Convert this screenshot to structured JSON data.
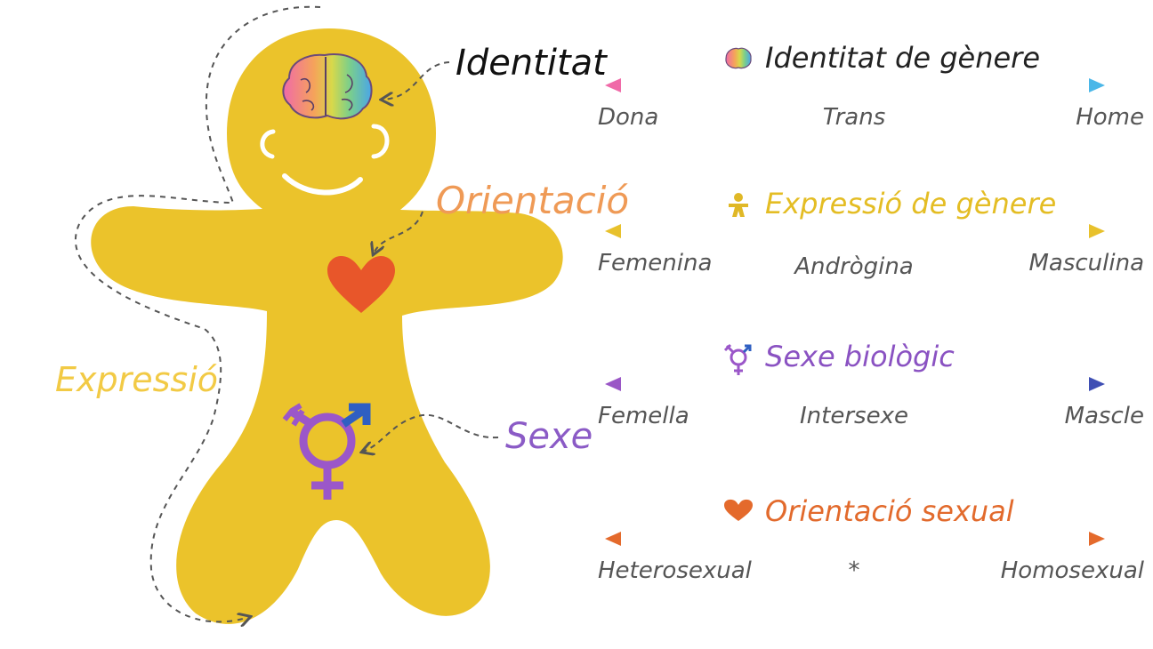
{
  "labels": {
    "identity": "Identitat",
    "orientation": "Orientació",
    "expression": "Expressió",
    "sex": "Sexe"
  },
  "scales": [
    {
      "title": "Identitat de gènere",
      "icon": "brain-icon",
      "left": "Dona",
      "middle": "Trans",
      "right": "Home",
      "gradient": [
        "#f06aa8",
        "#f5a35a",
        "#f2d34a",
        "#8fd27a",
        "#4bb7e8"
      ],
      "title_color": "#222222"
    },
    {
      "title": "Expressió de gènere",
      "icon": "gingerbread-person-icon",
      "left": "Femenina",
      "middle": "Andrògina",
      "right": "Masculina",
      "gradient": [
        "#e8c12c",
        "#e8c12c"
      ],
      "title_color": "#e4bd24"
    },
    {
      "title": "Sexe biològic",
      "icon": "intersex-symbol-icon",
      "left": "Femella",
      "middle": "Intersexe",
      "right": "Mascle",
      "gradient": [
        "#9a56c6",
        "#3f4fb4"
      ],
      "title_color": "#8a52c2"
    },
    {
      "title": "Orientació sexual",
      "icon": "heart-icon",
      "left": "Heterosexual",
      "middle": "*",
      "right": "Homosexual",
      "gradient": [
        "#e46a2c",
        "#e46a2c"
      ],
      "title_color": "#e26a2c"
    }
  ],
  "colors": {
    "body": "#ebc32b",
    "identity_label": "#111111",
    "orientation_label": "#ef9a56",
    "expression_label": "#f2ca45",
    "sex_label": "#8b5bc6",
    "heart": "#e8562a",
    "sex_symbol_purple": "#9b57c9",
    "sex_symbol_blue": "#2f5fc2",
    "scale_text": "#555555"
  }
}
